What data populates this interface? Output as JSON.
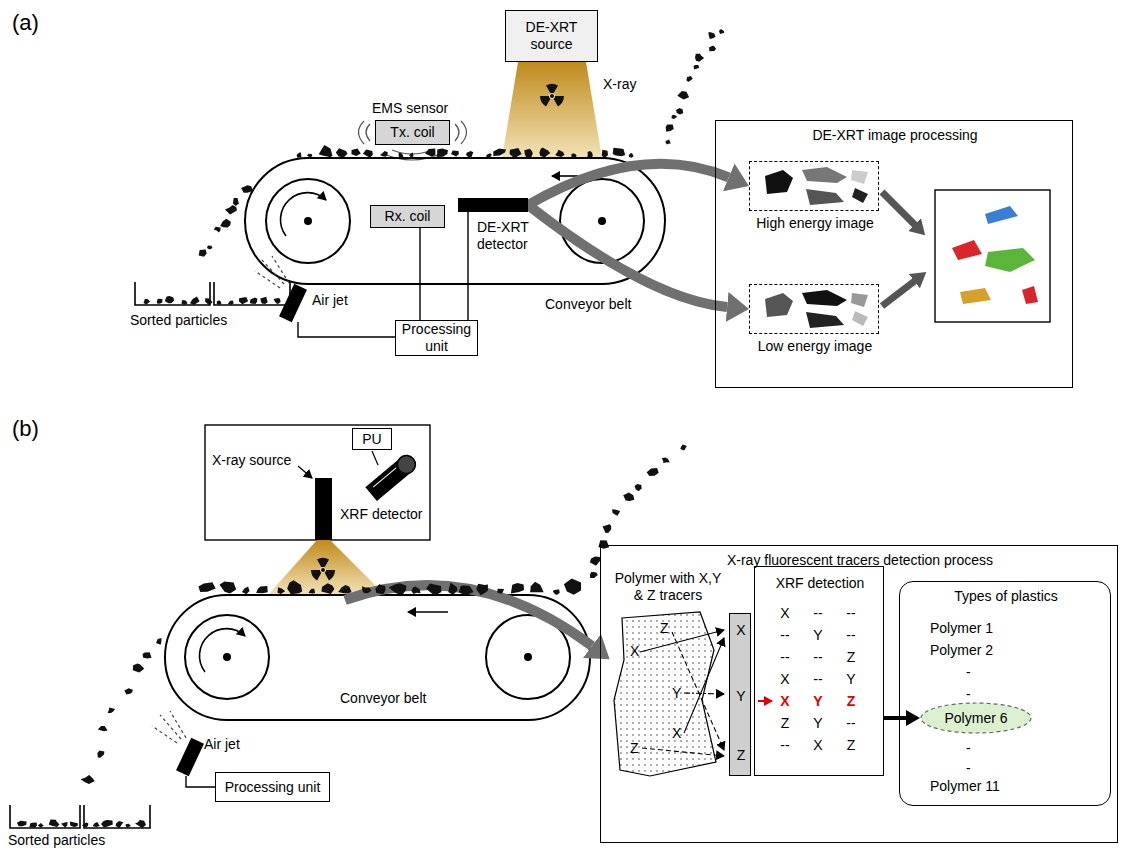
{
  "diagram": {
    "nodes": [
      {
        "text": [
          "DE-XRT source"
        ]
      },
      {
        "text": [
          "Tx. coil"
        ]
      },
      {
        "text": [
          "Rx. coil"
        ]
      },
      {
        "text": [
          "DE-XRT detector"
        ]
      },
      {
        "text": [
          "Processing unit"
        ]
      },
      {
        "text": [
          "DE-XRT image processing"
        ]
      },
      {
        "text": [
          "High energy image"
        ],
        "in": 5
      },
      {
        "text": [
          "Low energy image"
        ],
        "in": 5
      },
      {
        "text": [
          "PU"
        ]
      },
      {
        "text": [
          "Processing unit"
        ]
      },
      {
        "text": [
          "X-ray fluorescent tracers detection process"
        ]
      },
      {
        "text": [
          "X",
          "Y",
          "Z"
        ],
        "in": 10
      },
      {
        "text": [
          "XRF detection"
        ],
        "in": 10
      },
      {
        "text": [
          "Types of plastics",
          "Polymer 1",
          "Polymer 2",
          "-",
          "-",
          "-",
          "-",
          "Polymer 11"
        ],
        "in": 10
      },
      {
        "text": [
          "Polymer 6"
        ],
        "in": 13
      }
    ],
    "edges": [
      {
        "from": 4,
        "to": 2,
        "arrow": "none"
      },
      {
        "from": 4,
        "to": 3,
        "arrow": "none"
      },
      {
        "from": 3,
        "to": 6,
        "arrow": "to"
      },
      {
        "from": 3,
        "to": 7,
        "arrow": "to"
      },
      {
        "from": 12,
        "to": 14,
        "arrow": "to"
      }
    ],
    "labels": [
      "(a)",
      "X-ray",
      "EMS sensor",
      "Air jet",
      "Conveyor belt",
      "Sorted particles",
      "(b)",
      "X-ray source",
      "XRF detector",
      "Air jet",
      "Conveyor belt",
      "Sorted particles",
      "Polymer with X,Y & Z tracers",
      "Z",
      "X",
      "Y",
      "X",
      "Z",
      "X",
      "--",
      "--",
      "--",
      "Y",
      "--",
      "--",
      "--",
      "Z",
      "X",
      "--",
      "Y",
      "X",
      "Y",
      "Z",
      "Z",
      "Y",
      "--",
      "--",
      "X",
      "Z"
    ]
  }
}
